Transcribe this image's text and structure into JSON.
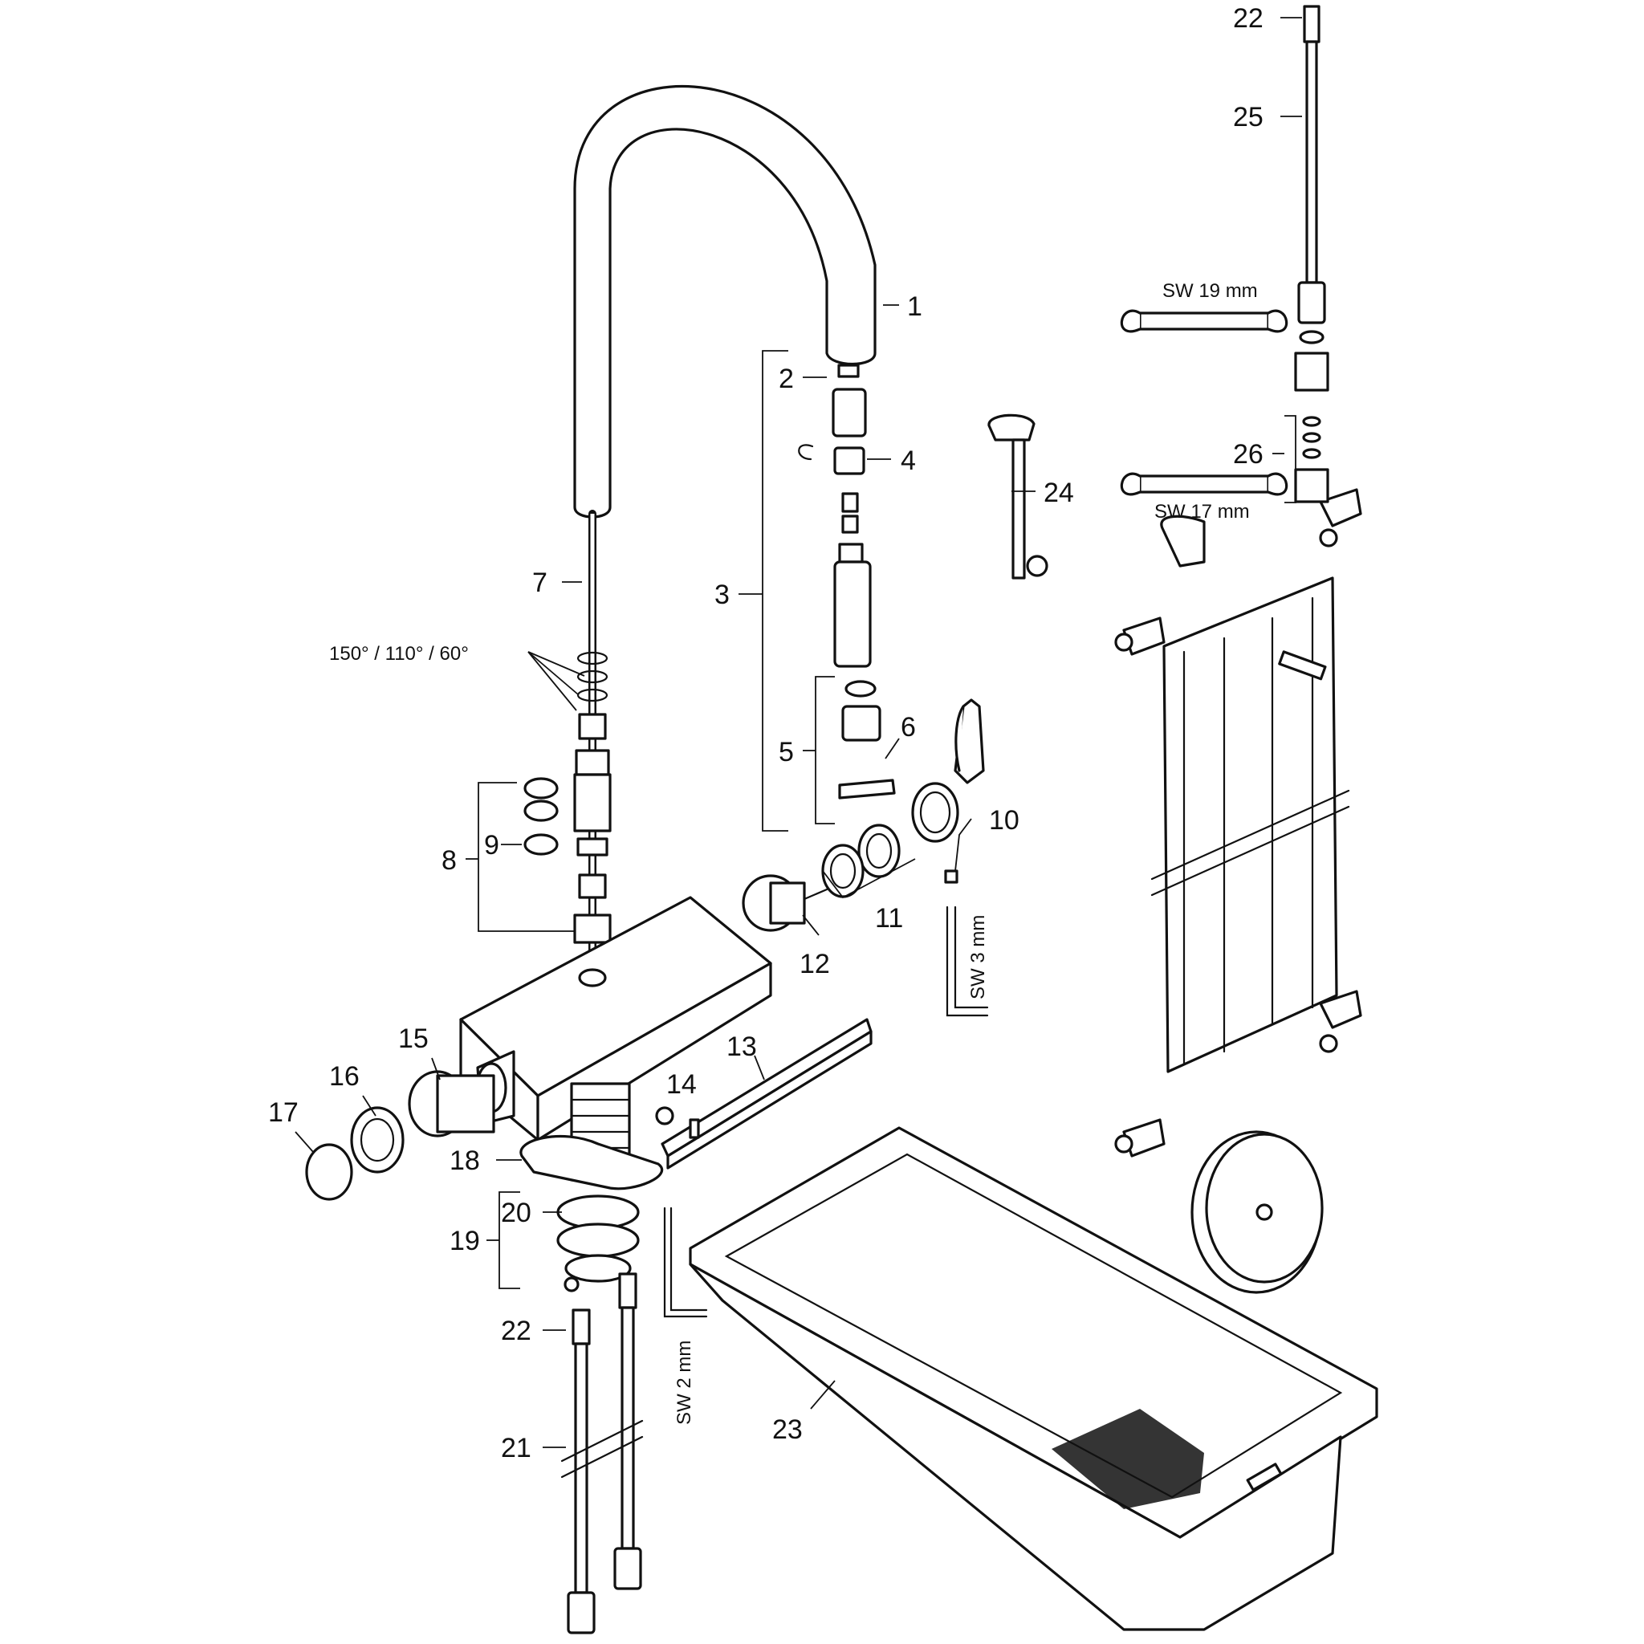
{
  "diagram": {
    "part_labels": [
      "1",
      "2",
      "3",
      "4",
      "5",
      "6",
      "7",
      "8",
      "9",
      "10",
      "11",
      "12",
      "13",
      "14",
      "15",
      "16",
      "17",
      "18",
      "19",
      "20",
      "21",
      "22",
      "22",
      "23",
      "24",
      "25",
      "26"
    ],
    "annotations": {
      "angles": "150° / 110° / 60°",
      "wrench_19": "SW 19 mm",
      "wrench_17": "SW 17 mm",
      "hex_key_3": "SW 3 mm",
      "hex_key_2": "SW 2 mm"
    }
  }
}
